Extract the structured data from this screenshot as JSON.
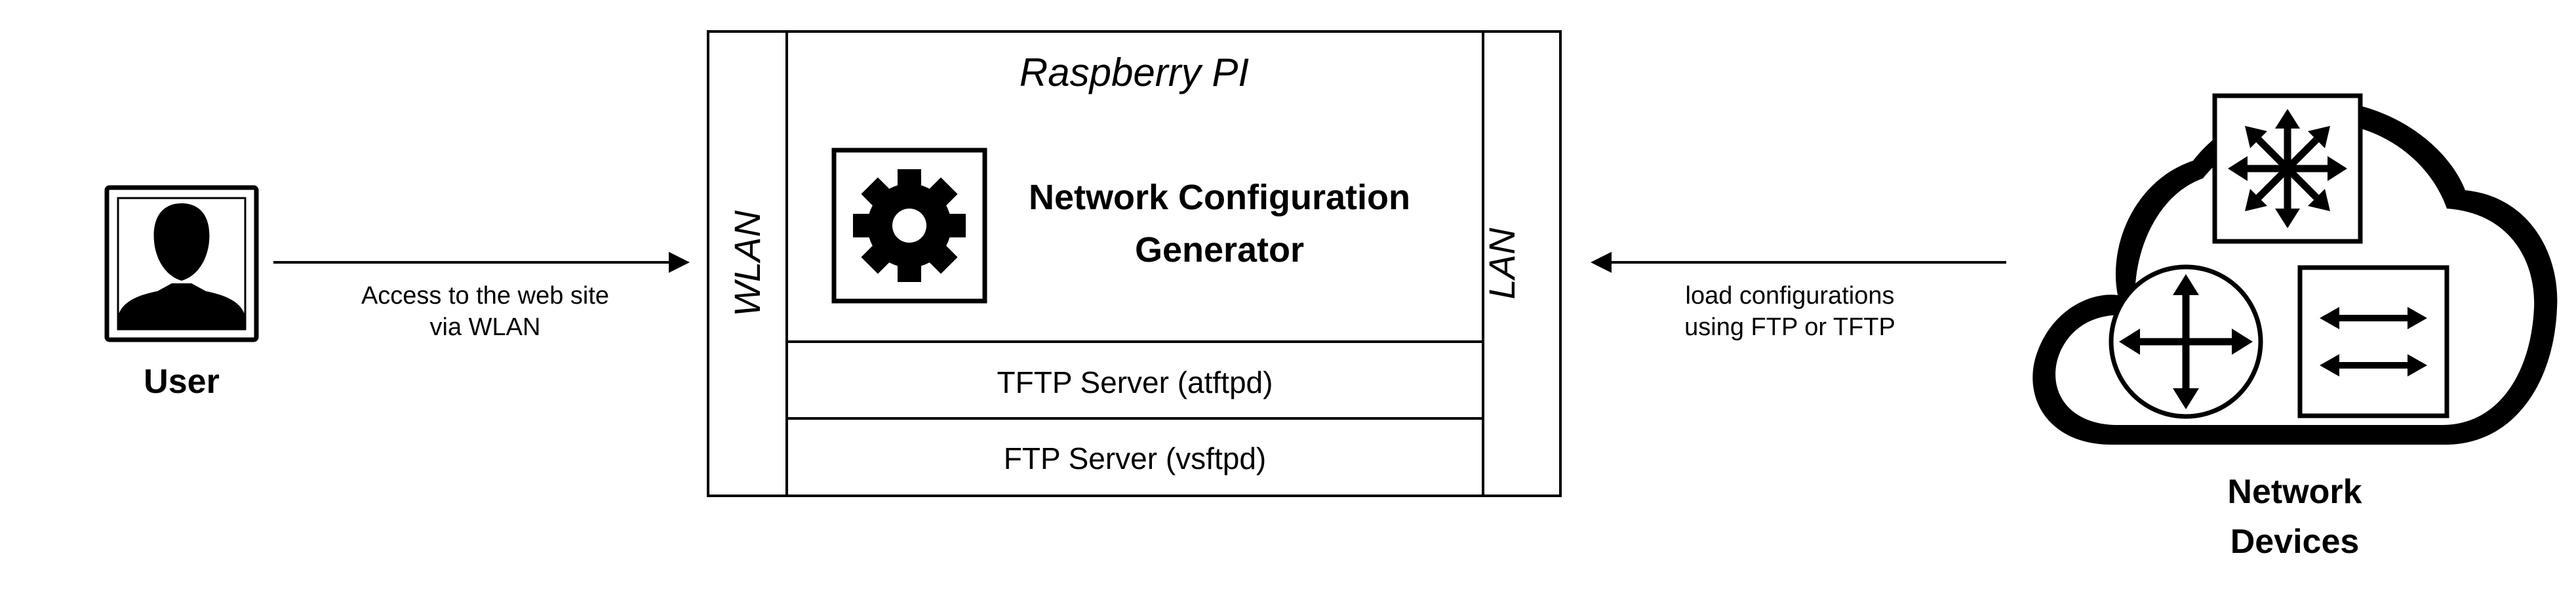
{
  "user": {
    "label": "User",
    "icon": "user-icon"
  },
  "left_arrow": {
    "label_line1": "Access to the web site",
    "label_line2": "via WLAN"
  },
  "raspberry": {
    "title": "Raspberry PI",
    "wlan_label": "WLAN",
    "lan_label": "LAN",
    "generator_line1": "Network Configuration",
    "generator_line2": "Generator",
    "gear_icon": "gear-icon",
    "tftp_server": "TFTP Server (atftpd)",
    "ftp_server": "FTP Server (vsftpd)"
  },
  "right_arrow": {
    "label_line1": "load configurations",
    "label_line2": "using FTP or TFTP"
  },
  "network": {
    "label_line1": "Network",
    "label_line2": "Devices",
    "icons": [
      "cloud-icon",
      "multilayer-switch-icon",
      "router-icon",
      "switch-icon"
    ]
  }
}
